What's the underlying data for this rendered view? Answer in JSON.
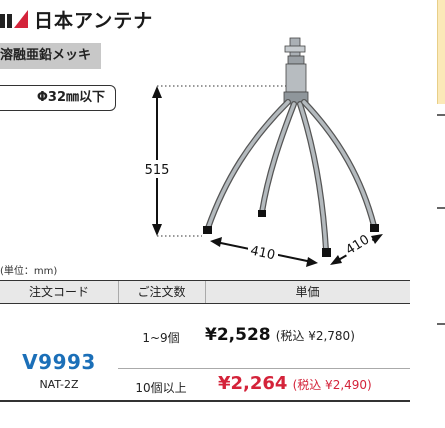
{
  "brand": {
    "name": "日本アンテナ",
    "logo_color": "#d4233a"
  },
  "product": {
    "finish": "溶融亜鉛メッキ",
    "diameter": "Φ32㎜以下",
    "unit_note": "(単位：mm)"
  },
  "dimensions": {
    "height": "515",
    "width": "410",
    "depth": "410"
  },
  "table": {
    "headers": [
      "注文コード",
      "ご注文数",
      "単価"
    ],
    "model_code": "V9993",
    "model_sub": "NAT-2Z",
    "rows": [
      {
        "qty": "1~9個",
        "price": "¥2,528",
        "tax": "(税込 ¥2,780)"
      },
      {
        "qty": "10個以上",
        "price": "¥2,264",
        "tax": "(税込 ¥2,490)"
      }
    ]
  },
  "colors": {
    "accent_blue": "#1b6fb8",
    "accent_red": "#d4233a",
    "header_gray": "#e8e8e8",
    "finish_gray": "#c8c8c8",
    "tab_yellow": "#fbe9b8"
  }
}
